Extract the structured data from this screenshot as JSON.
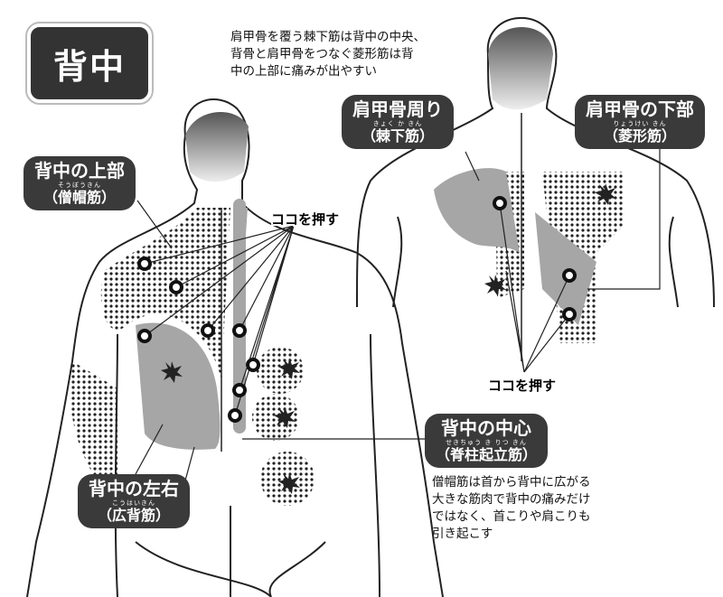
{
  "title": "背中",
  "top_note": [
    "肩甲骨を覆う棘下筋は背中の中央、",
    "背骨と肩甲骨をつなぐ菱形筋は背",
    "中の上部に痛みが出やすい"
  ],
  "bottom_note": [
    "僧帽筋は首から背中に広がる",
    "大きな筋肉で背中の痛みだけ",
    "ではなく、首こりや肩こりも",
    "引き起こす"
  ],
  "press_label": "ココを押す",
  "labels": {
    "upper_back": {
      "main": "背中の上部",
      "ruby": "そうぼうきん",
      "muscle": "（僧帽筋）"
    },
    "left_right": {
      "main": "背中の左右",
      "ruby": "こうはいきん",
      "muscle": "（広背筋）"
    },
    "center": {
      "main": "背中の中心",
      "ruby": "せきちゅう き りつ きん",
      "muscle": "（脊柱起立筋）"
    },
    "around_scapula": {
      "main": "肩甲骨周り",
      "ruby": "きょく か きん",
      "muscle": "（棘下筋）"
    },
    "below_scapula": {
      "main": "肩甲骨の下部",
      "ruby": "りょうけい きん",
      "muscle": "（菱形筋）"
    }
  },
  "colors": {
    "label_bg": "#3a3a3a",
    "muscle_gray": "#a6a6a6",
    "skin_line": "#222222"
  }
}
